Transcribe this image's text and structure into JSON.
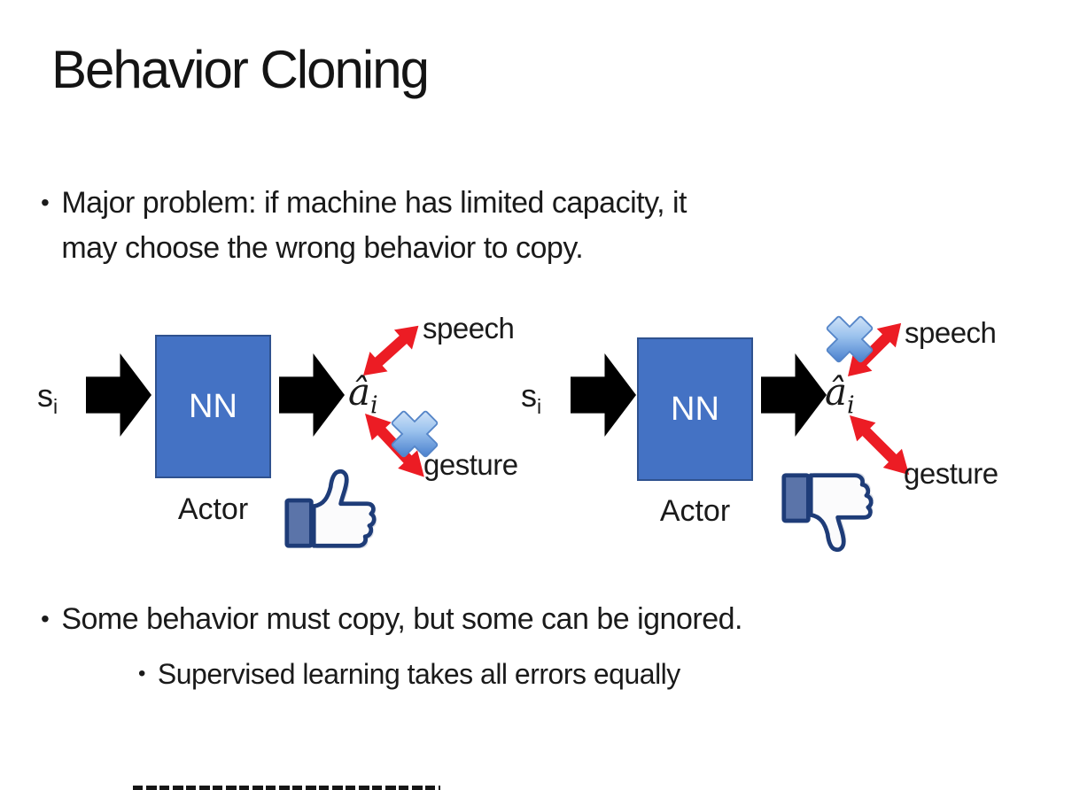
{
  "slide": {
    "title": "Behavior Cloning",
    "bullets": [
      {
        "marker": "•",
        "lines": [
          "Major problem: if machine has limited capacity, it",
          "may choose the wrong behavior to copy."
        ]
      },
      {
        "marker": "•",
        "lines": [
          "Some behavior must copy, but some can be ignored."
        ]
      },
      {
        "marker": "•",
        "lines": [
          "Supervised learning takes all errors equally"
        ]
      }
    ]
  },
  "diagrams": [
    {
      "side": "left",
      "state_label": "s",
      "state_sub": "i",
      "nn_label": "NN",
      "actor_label": "Actor",
      "action_label": "â",
      "action_sub": "i",
      "outputs": [
        {
          "label": "speech",
          "crossed_out": false
        },
        {
          "label": "gesture",
          "crossed_out": true
        }
      ],
      "feedback": "thumbs-up"
    },
    {
      "side": "right",
      "state_label": "s",
      "state_sub": "i",
      "nn_label": "NN",
      "actor_label": "Actor",
      "action_label": "â",
      "action_sub": "i",
      "outputs": [
        {
          "label": "speech",
          "crossed_out": true
        },
        {
          "label": "gesture",
          "crossed_out": false
        }
      ],
      "feedback": "thumbs-down"
    }
  ],
  "colors": {
    "background": "#FFFFFF",
    "text": "#1A1A1A",
    "nn_box_fill": "#4472C4",
    "nn_box_border": "#2F528F",
    "flow_arrow": "#000000",
    "relation_arrow_red": "#EC1C24",
    "cross_blue": "#2E6BC6",
    "thumb_outline": "#1E3C78",
    "thumb_cuff": "#5B74A9"
  }
}
